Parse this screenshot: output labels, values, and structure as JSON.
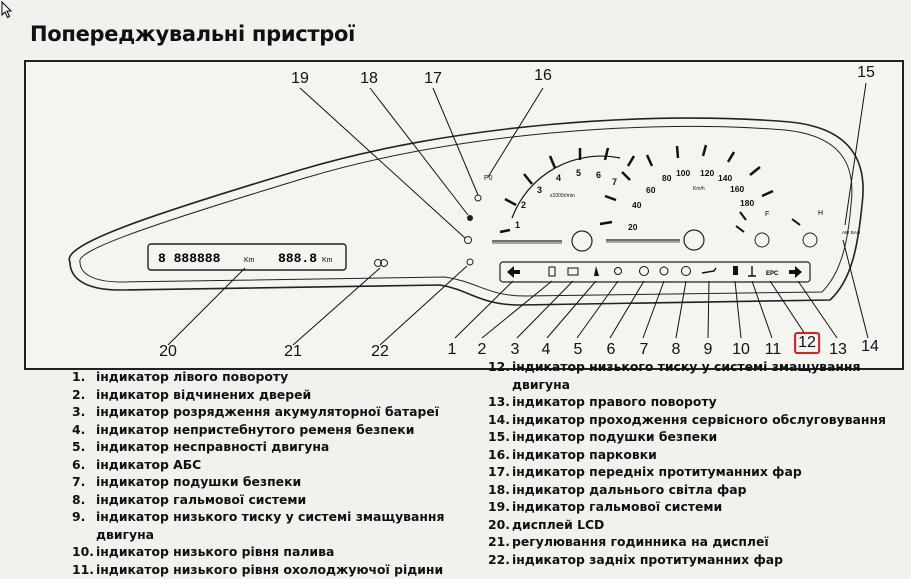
{
  "title": "Попереджувальні пристрої",
  "lcd": {
    "odometer": "8  888888",
    "odometer_unit": "Km",
    "trip": "888.8",
    "trip_unit": "Km"
  },
  "tachometer": {
    "labels": [
      "1",
      "2",
      "3",
      "4",
      "5",
      "6",
      "7"
    ],
    "unit": "x1000r/min"
  },
  "speedometer": {
    "labels": [
      "20",
      "40",
      "60",
      "80",
      "100",
      "120",
      "140",
      "160",
      "180"
    ],
    "unit": "Km/h"
  },
  "fuel_gauge": {
    "full": "F"
  },
  "temp_gauge": {
    "hot": "H"
  },
  "lamp_labels": {
    "epc": "EPC",
    "airbag": "AIR BAG"
  },
  "callouts": [
    "19",
    "18",
    "17",
    "16",
    "15",
    "20",
    "21",
    "22",
    "1",
    "2",
    "3",
    "4",
    "5",
    "6",
    "7",
    "8",
    "9",
    "10",
    "11",
    "12",
    "13",
    "14"
  ],
  "highlighted_callout": "12",
  "legend_left": [
    {
      "num": "1.",
      "text": "індикатор лівого повороту"
    },
    {
      "num": "2.",
      "text": "індикатор відчинених дверей"
    },
    {
      "num": "3.",
      "text": "індикатор розрядження акумуляторної батареї"
    },
    {
      "num": "4.",
      "text": "індикатор непристебнутого ременя безпеки"
    },
    {
      "num": "5.",
      "text": "індикатор несправності двигуна"
    },
    {
      "num": "6.",
      "text": "індикатор АБС"
    },
    {
      "num": "7.",
      "text": "індикатор подушки безпеки"
    },
    {
      "num": "8.",
      "text": "індикатор гальмової системи"
    },
    {
      "num": "9.",
      "text": "індикатор низького тиску у системі змащування двигуна"
    },
    {
      "num": "10.",
      "text": "індикатор низького рівня палива"
    },
    {
      "num": "11.",
      "text": "індикатор низького рівня охолоджуючої рідини"
    }
  ],
  "legend_right": [
    {
      "num": "12.",
      "text": "індикатор низького тиску у системі змащування двигуна"
    },
    {
      "num": "13.",
      "text": "індикатор правого повороту"
    },
    {
      "num": "14.",
      "text": "індикатор проходження сервісного обслуговування"
    },
    {
      "num": "15.",
      "text": "індикатор подушки безпеки"
    },
    {
      "num": "16.",
      "text": "індикатор парковки"
    },
    {
      "num": "17.",
      "text": "індикатор передніх протитуманних фар"
    },
    {
      "num": "18.",
      "text": "індикатор дальнього світла фар"
    },
    {
      "num": "19.",
      "text": "індикатор гальмової системи"
    },
    {
      "num": "20.",
      "text": "дисплей LCD"
    },
    {
      "num": "21.",
      "text": "регулювання годинника на дисплеї"
    },
    {
      "num": "22.",
      "text": "індикатор задніх протитуманних фар"
    }
  ],
  "colors": {
    "highlight": "#e01b1b",
    "ink": "#111111",
    "paper": "#f1f1ee"
  },
  "icons": [
    "mouse-cursor-icon"
  ]
}
